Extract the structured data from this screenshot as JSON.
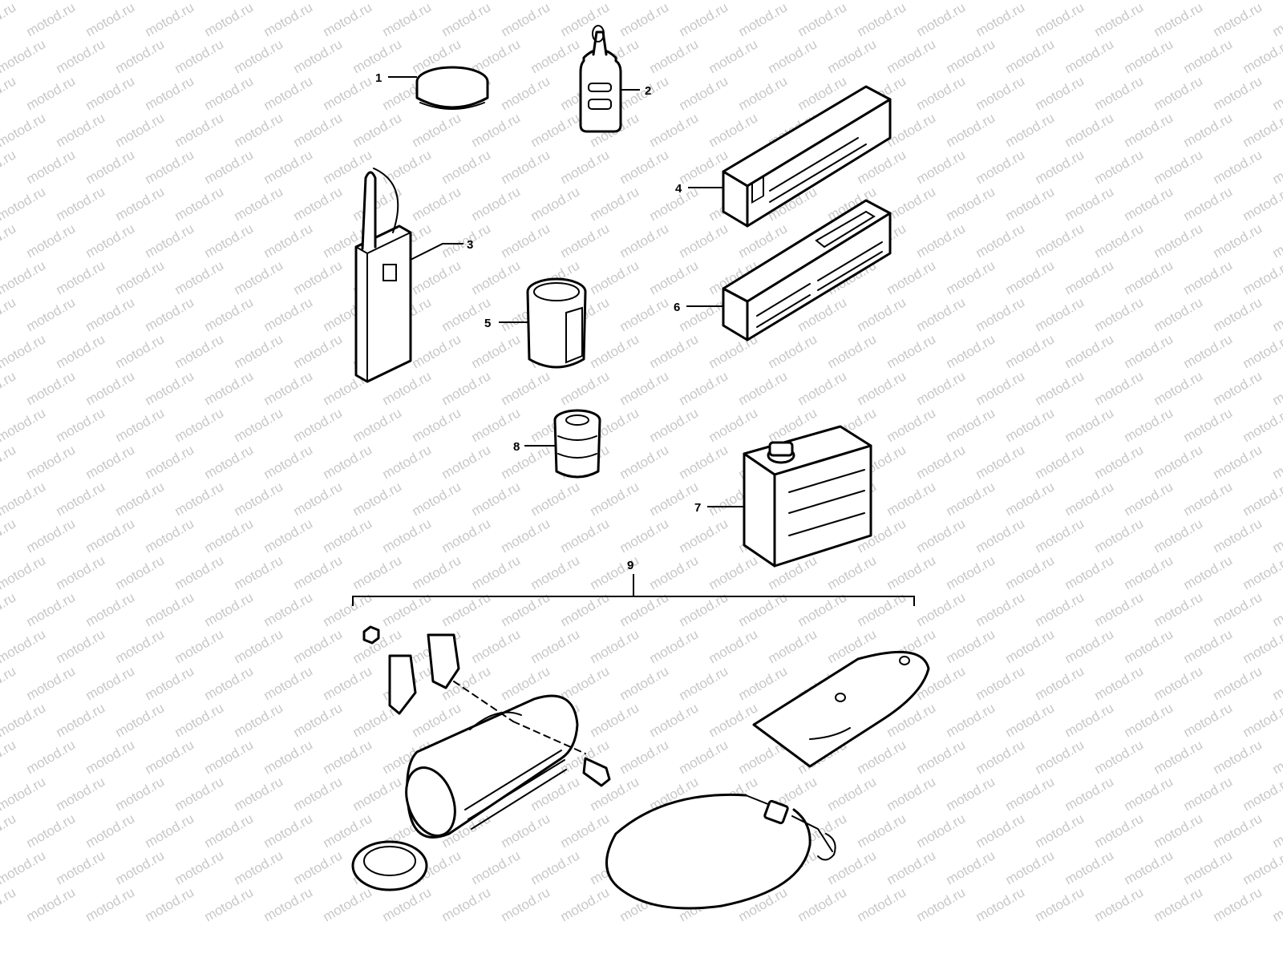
{
  "watermark": {
    "text": "motod.ru"
  },
  "callouts": [
    {
      "id": "1",
      "label": "1"
    },
    {
      "id": "2",
      "label": "2"
    },
    {
      "id": "3",
      "label": "3"
    },
    {
      "id": "4",
      "label": "4"
    },
    {
      "id": "5",
      "label": "5"
    },
    {
      "id": "6",
      "label": "6"
    },
    {
      "id": "7",
      "label": "7"
    },
    {
      "id": "8",
      "label": "8"
    },
    {
      "id": "9",
      "label": "9"
    }
  ],
  "icons": {
    "1": "grease-tin-icon",
    "2": "oil-bottle-icon",
    "3": "grease-tube-pack-icon",
    "4": "bond-sealant-box-icon",
    "5": "paint-can-icon",
    "6": "moly-paste-box-icon",
    "7": "oil-can-icon",
    "8": "thread-lock-can-icon",
    "9": "tool-kit-set-icon"
  }
}
